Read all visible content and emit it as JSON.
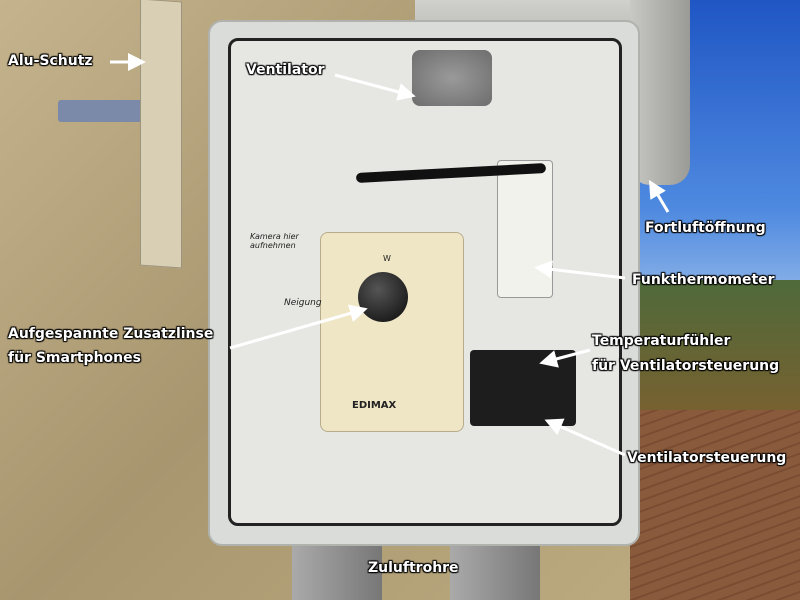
{
  "photo_text": {
    "handwritten_note": "Kamera hier aufnehmen",
    "handwritten_label": "Neigung",
    "camera_mark": "W",
    "camera_brand": "EDIMAX"
  },
  "annotations": {
    "alu_schutz": "Alu-Schutz",
    "ventilator": "Ventilator",
    "fortluft": "Fortluftöffnung",
    "funkthermometer": "Funkthermometer",
    "zusatzlinse_line1": "Aufgespannte Zusatzlinse",
    "zusatzlinse_line2": "für Smartphones",
    "temperaturfuehler_line1": "Temperaturfühler",
    "temperaturfuehler_line2": "für Ventilatorsteuerung",
    "ventilatorsteuerung": "Ventilatorsteuerung",
    "zuluftrohre": "Zuluftrohre"
  }
}
